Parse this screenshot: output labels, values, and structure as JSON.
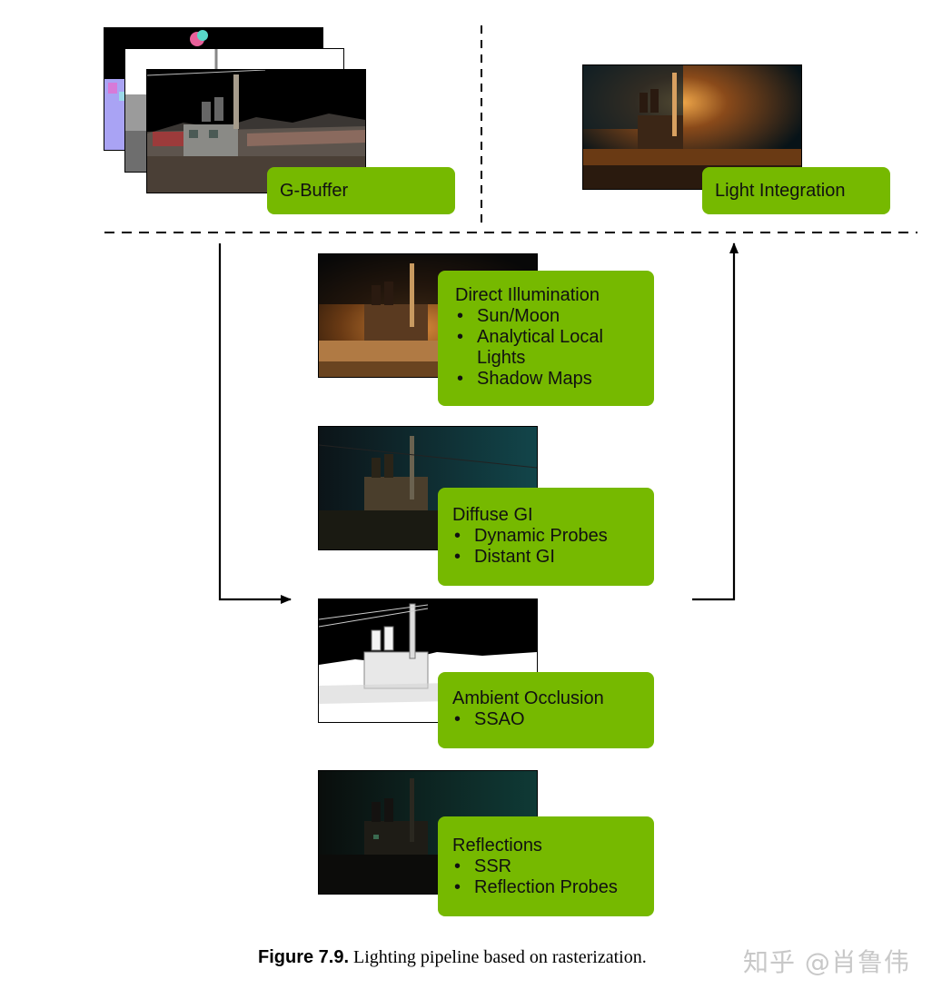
{
  "gbuffer": {
    "label": "G-Buffer"
  },
  "light_integration": {
    "label": "Light Integration"
  },
  "passes": [
    {
      "title": "Direct Illumination",
      "items": [
        "Sun/Moon",
        "Analytical Local Lights",
        "Shadow Maps"
      ]
    },
    {
      "title": "Diffuse GI",
      "items": [
        "Dynamic Probes",
        "Distant GI"
      ]
    },
    {
      "title": "Ambient Occlusion",
      "items": [
        "SSAO"
      ]
    },
    {
      "title": "Reflections",
      "items": [
        "SSR",
        "Reflection Probes"
      ]
    }
  ],
  "caption": {
    "label": "Figure 7.9.",
    "text": "Lighting pipeline based on rasterization."
  },
  "watermark": "知乎 @肖鲁伟",
  "colors": {
    "accent_green": "#76b900",
    "ink": "#000000"
  }
}
